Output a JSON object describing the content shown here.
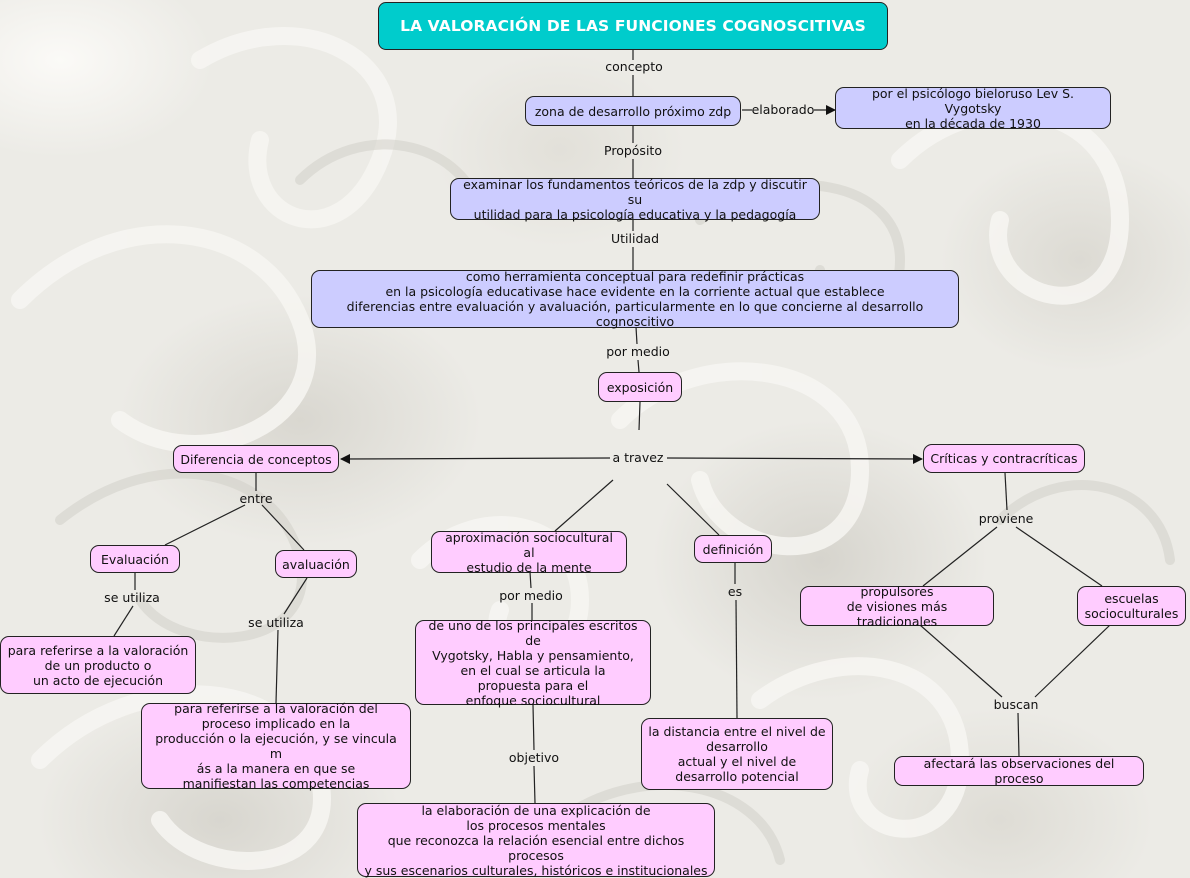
{
  "title": "LA VALORACIÓN DE LAS FUNCIONES COGNOSCITIVAS",
  "colors": {
    "title_fill": "#00cccc",
    "blue_node_fill": "#ccccff",
    "pink_node_fill": "#ffccff",
    "line": "#222222"
  },
  "nodes": {
    "zdp": "zona de desarrollo próximo zdp",
    "vygotsky": "por el psicólogo bieloruso Lev S. Vygotsky\nen la década de 1930",
    "proposito": "examinar los fundamentos teóricos de la zdp y discutir su\nutilidad para la psicología educativa y la pedagogía",
    "utilidad": "como herramienta conceptual para redefinir prácticas\nen la psicología educativase hace evidente en la corriente actual que establece\ndiferencias entre evaluación y avaluación, particularmente en lo que concierne al desarrollo cognoscitivo",
    "exposicion": "exposición",
    "diferencia": "Diferencia de conceptos",
    "criticas": "Críticas y contracríticas",
    "evaluacion": "Evaluación",
    "avaluacion": "avaluación",
    "evaluacion_def": "para referirse a la valoración\nde un producto o\nun acto de ejecución",
    "avaluacion_def": "para referirse a la valoración del\nproceso implicado en la\nproducción o la ejecución, y se vincula m\nás a la manera en que se\nmanifiestan las competencias",
    "aproximacion": "aproximación sociocultural al\nestudio de la mente",
    "escritos": "de uno de los principales escritos de\nVygotsky, Habla y pensamiento,\nen el cual se articula la\npropuesta para el\nenfoque sociocultural",
    "objetivo_def": "la elaboración de una explicación de\nlos procesos mentales\nque reconozca la relación esencial entre dichos procesos\ny sus escenarios culturales, históricos e institucionales",
    "definicion": "definición",
    "distancia": "la distancia entre el nivel de\ndesarrollo\nactual y el nivel de\ndesarrollo potencial",
    "propulsores": "propulsores\nde visiones más tradicionales",
    "escuelas": "escuelas\nsocioculturales",
    "afectara": "afectará las observaciones del proceso"
  },
  "links": {
    "concepto": "concepto",
    "elaborado": "elaborado",
    "proposito": "Propósito",
    "utilidad": "Utilidad",
    "por_medio_1": "por medio",
    "a_travez": "a travez",
    "entre": "entre",
    "se_utiliza_1": "se utiliza",
    "se_utiliza_2": "se utiliza",
    "por_medio_2": "por medio",
    "objetivo": "objetivo",
    "es": "es",
    "proviene": "proviene",
    "buscan": "buscan"
  }
}
